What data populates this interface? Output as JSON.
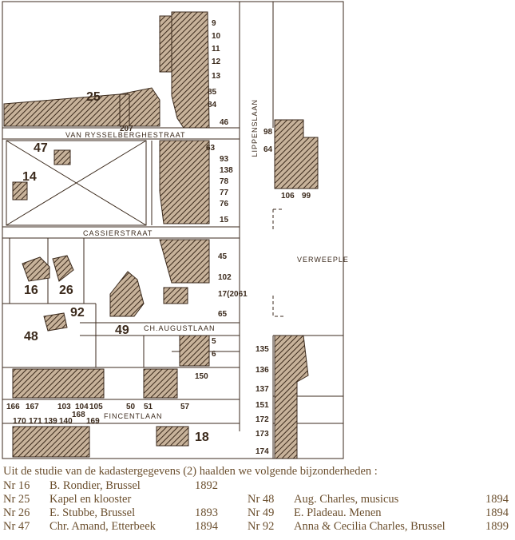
{
  "map": {
    "streets": {
      "van_rysselberghe": "VAN RYSSELBERGHESTRAAT",
      "cassier": "CASSIERSTRAAT",
      "lippens": "LIPPENSLAAN",
      "charles_august": "CH.AUGUSTLAAN",
      "fincent": "FINCENTLAAN",
      "verweeple": "VERWEEPLE"
    },
    "big_labels": [
      "25",
      "47",
      "14",
      "16",
      "26",
      "92",
      "48",
      "49",
      "18"
    ],
    "small_labels": {
      "east_top": [
        "9",
        "10",
        "11",
        "12",
        "13",
        "85",
        "84",
        "46"
      ],
      "plot_207": "207",
      "east_mid": [
        "63",
        "93",
        "138",
        "78",
        "77",
        "76",
        "15"
      ],
      "east_lower": [
        "45",
        "102",
        "17(2061",
        "65",
        "5",
        "6",
        "150"
      ],
      "right_block": [
        "98",
        "64",
        "106",
        "99"
      ],
      "right_bottom": [
        "135",
        "136",
        "137",
        "151",
        "172",
        "173",
        "174"
      ],
      "fincent_top": [
        "166",
        "167",
        "103",
        "104",
        "105",
        "50",
        "51",
        "57"
      ],
      "fincent_bottom": [
        "170",
        "171",
        "139",
        "140",
        "168",
        "169"
      ]
    }
  },
  "legend": {
    "intro": "Uit de studie van de kadastergegevens (2) haalden we volgende bijzonderheden :",
    "left": [
      {
        "nr": "Nr 16",
        "name": "B. Rondier, Brussel",
        "year": "1892"
      },
      {
        "nr": "Nr 25",
        "name": "Kapel en klooster",
        "year": ""
      },
      {
        "nr": "Nr 26",
        "name": "E. Stubbe, Brussel",
        "year": "1893"
      },
      {
        "nr": "Nr 47",
        "name": "Chr. Amand, Etterbeek",
        "year": "1894"
      }
    ],
    "right": [
      {
        "nr": "Nr 48",
        "name": "Aug. Charles, musicus",
        "year": "1894"
      },
      {
        "nr": "Nr 49",
        "name": "E. Pladeau. Menen",
        "year": "1894"
      },
      {
        "nr": "Nr 92",
        "name": "Anna & Cecilia Charles, Brussel",
        "year": "1899"
      }
    ]
  },
  "colors": {
    "ink": "#3b2a1c",
    "fill": "#a0826a",
    "legend_text": "#6b4f2e"
  }
}
